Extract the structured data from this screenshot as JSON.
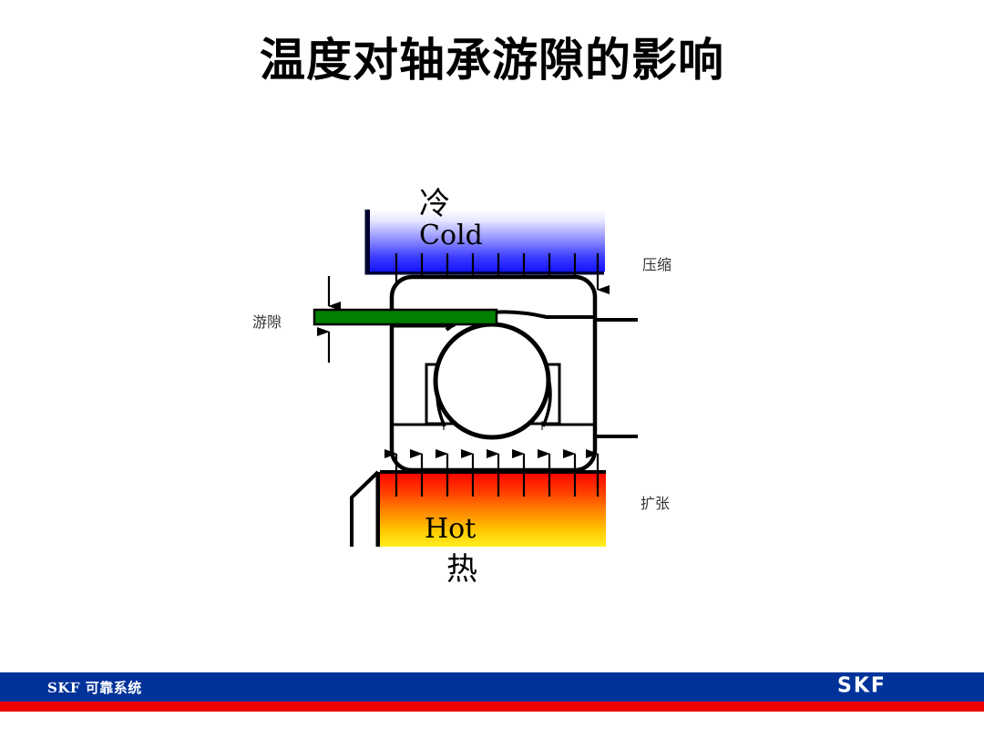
{
  "slide": {
    "title": "温度对轴承游隙的影响",
    "background_color": "#ffffff"
  },
  "diagram": {
    "name": "bearing-thermal-clearance-diagram",
    "cold_block": {
      "label_cn": "冷",
      "label_en": "Cold",
      "gradient_top": "#ffffff",
      "gradient_bottom": "#1414ff",
      "arrow_count": 9,
      "arrow_direction": "down"
    },
    "hot_block": {
      "label_cn": "热",
      "label_en": "Hot",
      "gradient_top": "#ff0000",
      "gradient_bottom": "#ffee00",
      "arrow_count": 9,
      "arrow_direction": "up"
    },
    "clearance": {
      "label": "游隙",
      "bar_color": "#008000"
    },
    "side_labels": {
      "top": "压缩",
      "bottom": "扩张"
    },
    "bearing": {
      "outline_color": "#000000"
    }
  },
  "footer": {
    "text": "SKF 可靠系统",
    "logo": "SKF",
    "bar_color": "#00339a",
    "stripe_color": "#ee0000",
    "text_color": "#ffffff"
  }
}
